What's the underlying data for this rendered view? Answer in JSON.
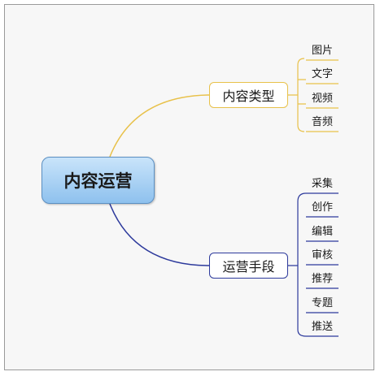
{
  "root": {
    "label": "内容运营"
  },
  "branches": [
    {
      "label": "内容类型",
      "color": "#e8c14a",
      "children": [
        "图片",
        "文字",
        "视频",
        "音频"
      ]
    },
    {
      "label": "运营手段",
      "color": "#2d3a9c",
      "children": [
        "采集",
        "创作",
        "编辑",
        "审核",
        "推荐",
        "专题",
        "推送"
      ]
    }
  ]
}
